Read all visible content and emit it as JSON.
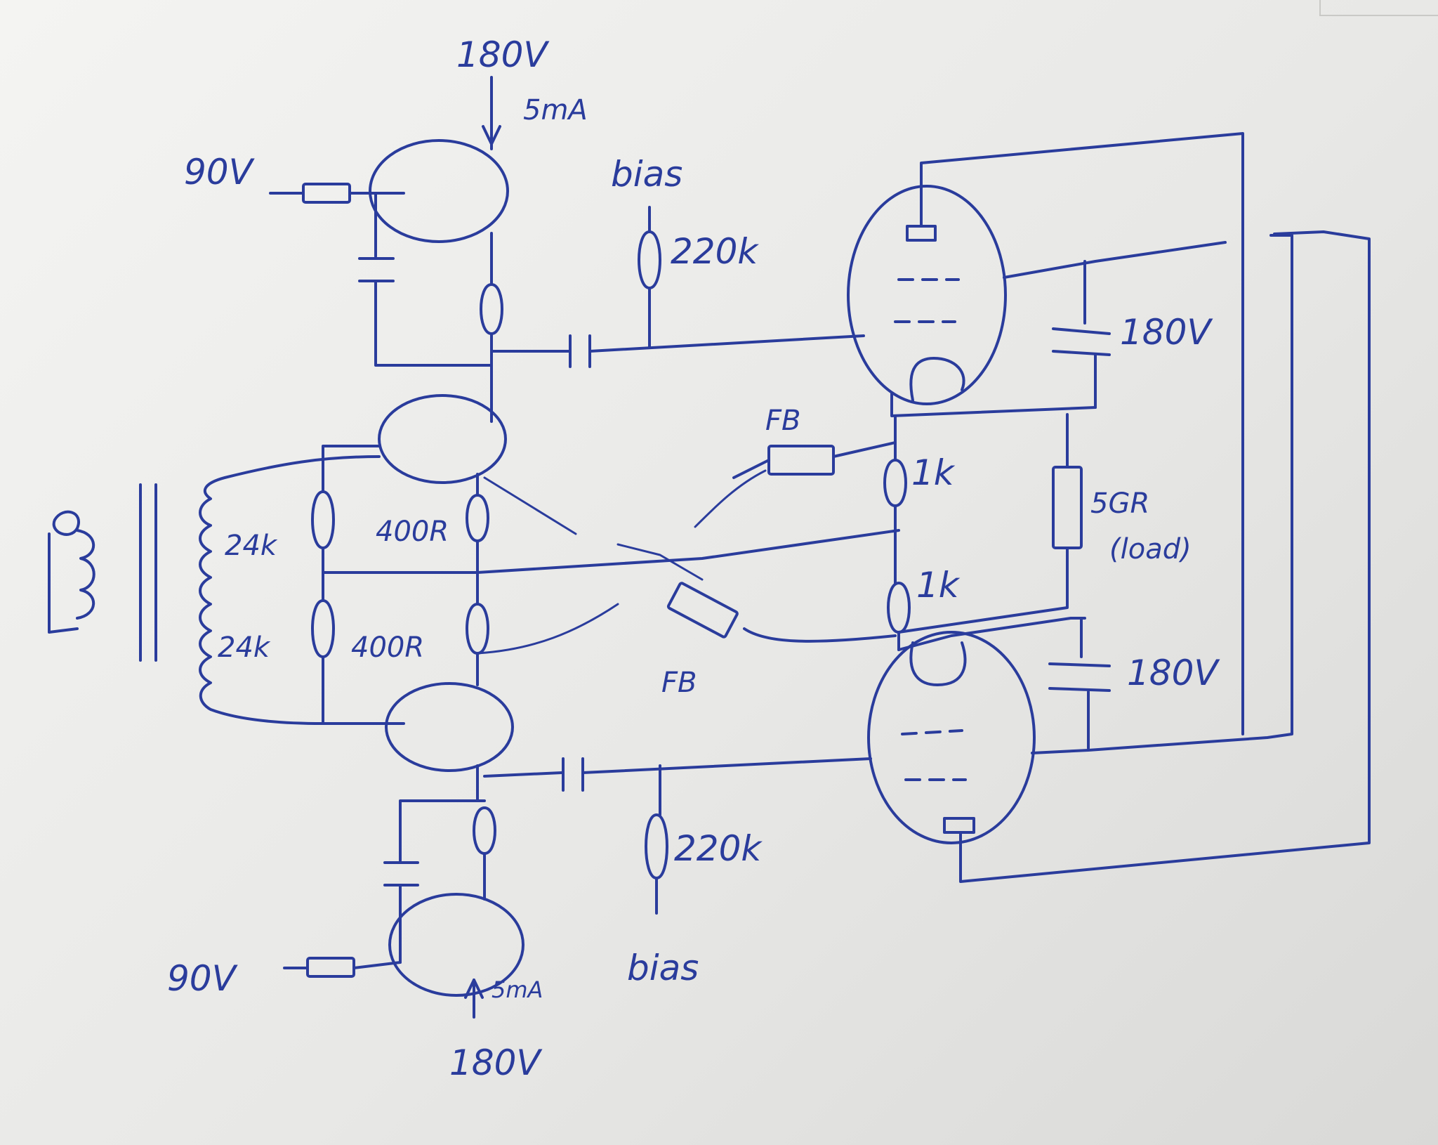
{
  "labels": {
    "top_supply": "180V",
    "top_current": "5mA",
    "top_input": "90V",
    "top_bias": "bias",
    "top_bias_res": "220k",
    "top_b_plus": "180V",
    "fb_top": "FB",
    "fb_bottom": "FB",
    "r_top_cathode": "1k",
    "r_bottom_cathode": "1k",
    "load": "5GR",
    "load_note": "(load)",
    "r_24k_top": "24k",
    "r_24k_bottom": "24k",
    "r_400_top": "400R",
    "r_400_bottom": "400R",
    "bot_b_plus": "180V",
    "bot_bias_res": "220k",
    "bot_input": "90V",
    "bot_current": "5mA",
    "bot_bias": "bias",
    "bot_supply": "180V"
  },
  "ink_color": "#2a3c9c"
}
